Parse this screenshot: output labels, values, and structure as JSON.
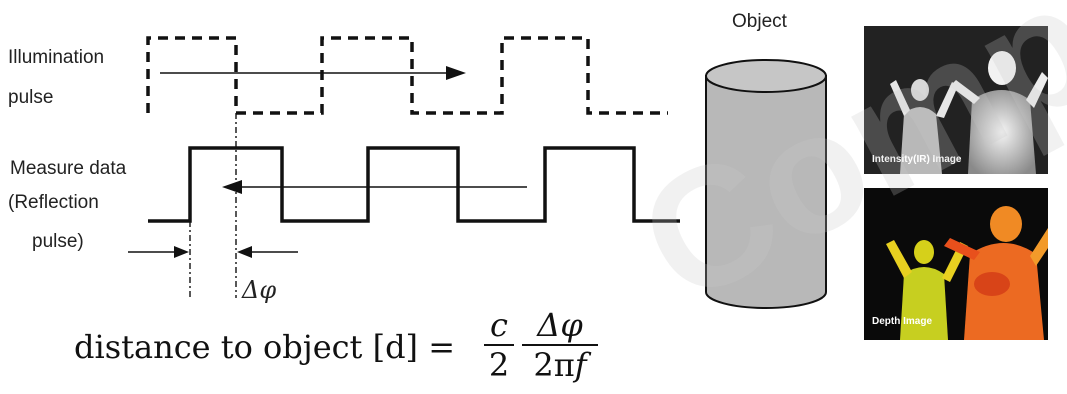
{
  "labels": {
    "illumination_line1": "Illumination",
    "illumination_line2": "pulse",
    "measure_line1": "Measure data",
    "measure_line2": "(Reflection",
    "measure_line3": "pulse)",
    "phase_shift": "Δφ",
    "object": "Object"
  },
  "formula": {
    "lhs": "distance to object [d] =",
    "frac1_num": "c",
    "frac1_den": "2",
    "frac2_num": "Δφ",
    "frac2_den_prefix": "2π",
    "frac2_den_var": "f"
  },
  "photos": {
    "intensity_label": "Intensity(IR) Image",
    "depth_label": "Depth Image"
  },
  "watermark": "Company",
  "colors": {
    "line": "#111111",
    "cylinder_fill": "#b8b8b8",
    "depth_bg": "#0a0a0a",
    "depth_near": "#e8501c",
    "depth_far": "#f6c016"
  }
}
